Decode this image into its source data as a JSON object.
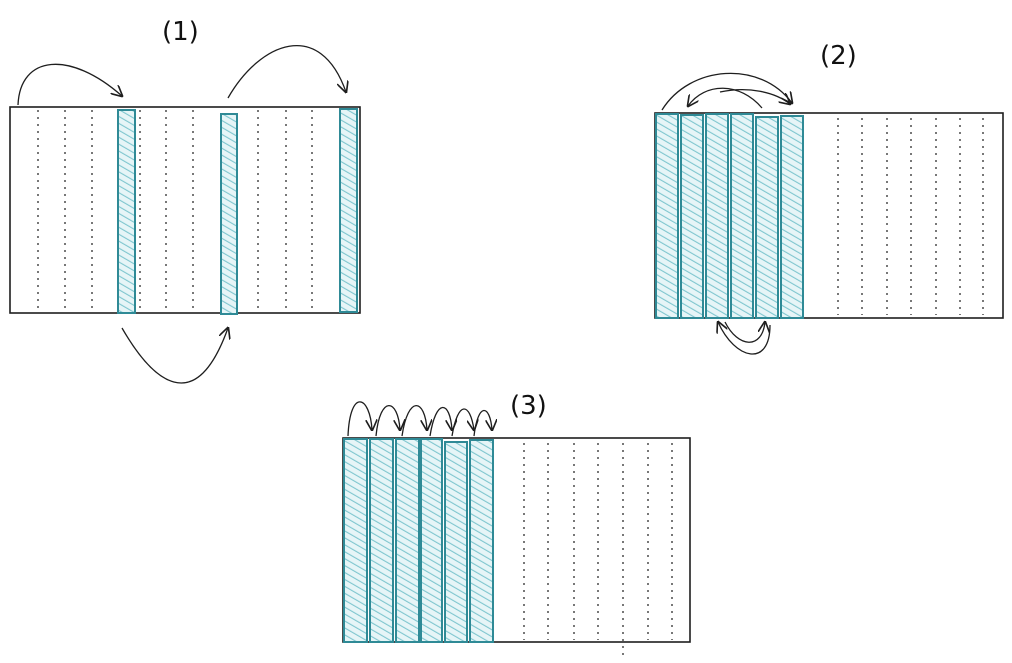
{
  "diagrams": [
    {
      "label": "(1)"
    },
    {
      "label": "(2)"
    },
    {
      "label": "(3)"
    }
  ],
  "colors": {
    "stroke": "#1e1e1e",
    "highlight_stroke": "#2f8a96",
    "highlight_fill": "#a8dbe0"
  }
}
